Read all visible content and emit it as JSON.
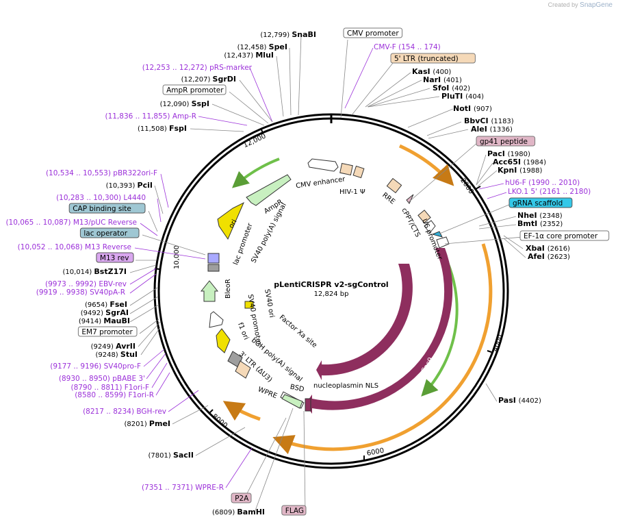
{
  "credit": {
    "prefix": "Created by",
    "brand": "SnapGene"
  },
  "title": "pLentiCRISPR v2-sgControl",
  "length_label": "12,824 bp",
  "colors": {
    "backbone": "#000000",
    "purple_label": "#9b30d9",
    "cas9": "#8e2e5e",
    "ori": "#f0e000",
    "ltr": "#f5d9b8",
    "gene_green": "#c8f0c0",
    "amp_green": "#6fc04a",
    "orange_arc": "#f0a030",
    "cap_box": "#9fc7d3",
    "gRNA_box": "#34c8e8",
    "pink_box": "#e0b6c6",
    "cyan_feat": "#2ab3e0"
  },
  "ticks": [
    {
      "label": "2000"
    },
    {
      "label": "4000"
    },
    {
      "label": "6000"
    },
    {
      "label": "8000"
    },
    {
      "label": "10,000"
    },
    {
      "label": "12,000"
    }
  ],
  "labels": [
    {
      "kind": "site",
      "name": "SnaBI",
      "coord": "(12,799)"
    },
    {
      "kind": "site",
      "name": "SpeI",
      "coord": "(12,458)"
    },
    {
      "kind": "site",
      "name": "MluI",
      "coord": "(12,437)"
    },
    {
      "kind": "primer",
      "text": "(12,253 .. 12,272)  pRS-marker"
    },
    {
      "kind": "site",
      "name": "SgrDI",
      "coord": "(12,207)"
    },
    {
      "kind": "box",
      "text": "AmpR promoter",
      "style": "plain"
    },
    {
      "kind": "site",
      "name": "SspI",
      "coord": "(12,090)"
    },
    {
      "kind": "primer",
      "text": "(11,836 .. 11,855)  Amp-R"
    },
    {
      "kind": "site",
      "name": "FspI",
      "coord": "(11,508)"
    },
    {
      "kind": "primer",
      "text": "(10,534 .. 10,553)  pBR322ori-F"
    },
    {
      "kind": "site",
      "name": "PciI",
      "coord": "(10,393)"
    },
    {
      "kind": "primer",
      "text": "(10,283 .. 10,300)  L4440"
    },
    {
      "kind": "box",
      "text": "CAP binding site",
      "style": "cap"
    },
    {
      "kind": "primer",
      "text": "(10,065 .. 10,087)  M13/pUC Reverse"
    },
    {
      "kind": "box",
      "text": "lac operator",
      "style": "cap"
    },
    {
      "kind": "primer",
      "text": "(10,052 .. 10,068)  M13 Reverse"
    },
    {
      "kind": "box",
      "text": "M13 rev",
      "style": "violet"
    },
    {
      "kind": "site",
      "name": "BstZ17I",
      "coord": "(10,014)"
    },
    {
      "kind": "primer",
      "text": "(9973 .. 9992)  EBV-rev"
    },
    {
      "kind": "primer",
      "text": "(9919 .. 9938)  SV40pA-R"
    },
    {
      "kind": "site",
      "name": "FseI",
      "coord": "(9654)"
    },
    {
      "kind": "site",
      "name": "SgrAI",
      "coord": "(9492)"
    },
    {
      "kind": "site",
      "name": "MauBI",
      "coord": "(9414)"
    },
    {
      "kind": "box",
      "text": "EM7 promoter",
      "style": "plain"
    },
    {
      "kind": "site",
      "name": "AvrII",
      "coord": "(9249)"
    },
    {
      "kind": "site",
      "name": "StuI",
      "coord": "(9248)"
    },
    {
      "kind": "primer",
      "text": "(9177 .. 9196)  SV40pro-F"
    },
    {
      "kind": "primer",
      "text": "(8930 .. 8950)  pBABE 3'"
    },
    {
      "kind": "primer",
      "text": "(8790 .. 8811)  F1ori-F"
    },
    {
      "kind": "primer",
      "text": "(8580 .. 8599)  F1ori-R"
    },
    {
      "kind": "primer",
      "text": "(8217 .. 8234)  BGH-rev"
    },
    {
      "kind": "site",
      "name": "PmeI",
      "coord": "(8201)"
    },
    {
      "kind": "site",
      "name": "SacII",
      "coord": "(7801)"
    },
    {
      "kind": "primer",
      "text": "(7351 .. 7371)  WPRE-R"
    },
    {
      "kind": "box",
      "text": "P2A",
      "style": "pink"
    },
    {
      "kind": "site",
      "name": "BamHI",
      "coord": "(6809)"
    },
    {
      "kind": "box",
      "text": "FLAG",
      "style": "pink"
    },
    {
      "kind": "box",
      "text": "CMV promoter",
      "style": "plain"
    },
    {
      "kind": "primer",
      "text": "CMV-F  (154 .. 174)"
    },
    {
      "kind": "box",
      "text": "5' LTR (truncated)",
      "style": "ltr"
    },
    {
      "kind": "site",
      "name": "KasI",
      "coord": "(400)"
    },
    {
      "kind": "site",
      "name": "NarI",
      "coord": "(401)"
    },
    {
      "kind": "site",
      "name": "SfoI",
      "coord": "(402)"
    },
    {
      "kind": "site",
      "name": "PluTI",
      "coord": "(404)"
    },
    {
      "kind": "site",
      "name": "NotI",
      "coord": "(907)"
    },
    {
      "kind": "site",
      "name": "BbvCI",
      "coord": "(1183)"
    },
    {
      "kind": "site",
      "name": "AleI",
      "coord": "(1336)"
    },
    {
      "kind": "box",
      "text": "gp41 peptide",
      "style": "pink"
    },
    {
      "kind": "site",
      "name": "PacI",
      "coord": "(1980)"
    },
    {
      "kind": "site",
      "name": "Acc65I",
      "coord": "(1984)"
    },
    {
      "kind": "site",
      "name": "KpnI",
      "coord": "(1988)"
    },
    {
      "kind": "primer",
      "text": "hU6-F  (1990 .. 2010)"
    },
    {
      "kind": "primer",
      "text": "LKO.1 5'  (2161 .. 2180)"
    },
    {
      "kind": "box",
      "text": "gRNA scaffold",
      "style": "grna"
    },
    {
      "kind": "site",
      "name": "NheI",
      "coord": "(2348)"
    },
    {
      "kind": "site",
      "name": "BmtI",
      "coord": "(2352)"
    },
    {
      "kind": "box",
      "text": "EF-1α core promoter",
      "style": "plain"
    },
    {
      "kind": "site",
      "name": "XbaI",
      "coord": "(2616)"
    },
    {
      "kind": "site",
      "name": "AfeI",
      "coord": "(2623)"
    },
    {
      "kind": "site",
      "name": "PasI",
      "coord": "(4402)"
    }
  ],
  "features": [
    {
      "text": "CMV enhancer"
    },
    {
      "text": "HIV-1 Ψ"
    },
    {
      "text": "RRE"
    },
    {
      "text": "cPPT/CTS"
    },
    {
      "text": "U6 promoter"
    },
    {
      "text": "AmpR"
    },
    {
      "text": "ori"
    },
    {
      "text": "lac promoter"
    },
    {
      "text": "SV40 poly(A) signal"
    },
    {
      "text": "BleoR"
    },
    {
      "text": "SV40 promoter"
    },
    {
      "text": "f1 ori"
    },
    {
      "text": "SV40 ori"
    },
    {
      "text": "Factor Xa site"
    },
    {
      "text": "bGH poly(A) signal"
    },
    {
      "text": "3' LTR (ΔU3)"
    },
    {
      "text": "WPRE"
    },
    {
      "text": "BSD"
    },
    {
      "text": "nucleoplasmin NLS"
    },
    {
      "text": "Cas9"
    },
    {
      "text": "Cas9"
    }
  ]
}
